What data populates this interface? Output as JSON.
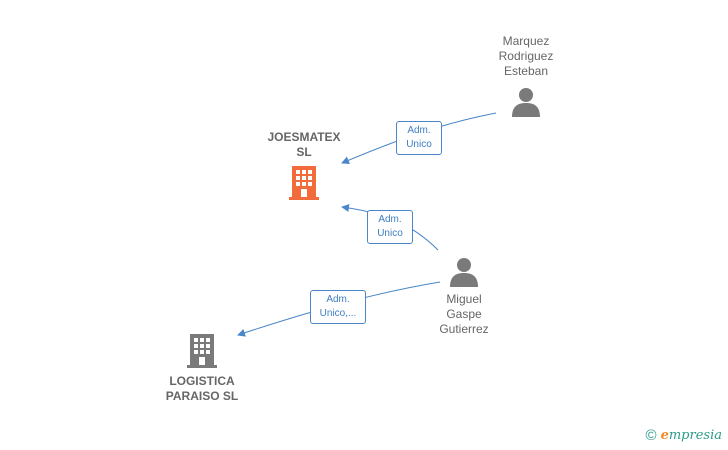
{
  "nodes": {
    "joesmatex": {
      "name": "JOESMATEX\nSL",
      "type": "company",
      "color": "#f26b3a"
    },
    "logistica": {
      "name": "LOGISTICA\nPARAISO  SL",
      "type": "company",
      "color": "#7a7a7a"
    },
    "marquez": {
      "name": "Marquez\nRodriguez\nEsteban",
      "type": "person",
      "color": "#7a7a7a"
    },
    "miguel": {
      "name": "Miguel\nGaspe\nGutierrez",
      "type": "person",
      "color": "#7a7a7a"
    }
  },
  "edges": [
    {
      "label": "Adm.\nUnico",
      "from": "marquez",
      "to": "joesmatex"
    },
    {
      "label": "Adm.\nUnico",
      "from": "miguel",
      "to": "joesmatex"
    },
    {
      "label": "Adm.\nUnico,...",
      "from": "miguel",
      "to": "logistica"
    }
  ],
  "watermark": {
    "copyright": "©",
    "brand_first": "e",
    "brand_rest": "mpresia"
  },
  "colors": {
    "edge": "#4a86c8"
  }
}
